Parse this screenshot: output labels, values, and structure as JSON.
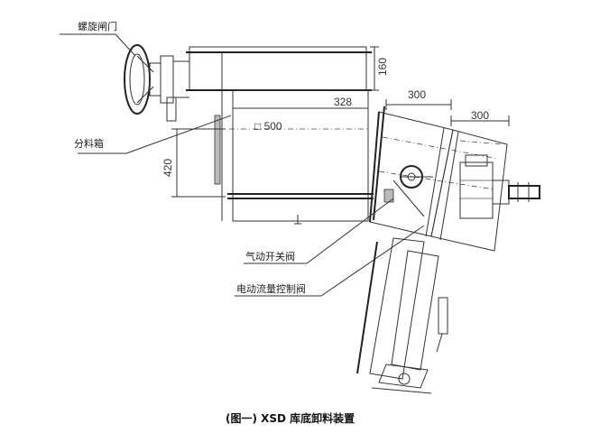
{
  "labels": {
    "screw_gate": "螺旋闸门",
    "splitter_box": "分料箱",
    "pneumatic_valve": "气动开关阀",
    "electric_flow_valve": "电动流量控制阀"
  },
  "dimensions": {
    "d160": "160",
    "d328": "328",
    "d500": "□ 500",
    "d420": "420",
    "d300a": "300",
    "d300b": "300"
  },
  "caption": "(图一) XSD 库底卸料装置"
}
